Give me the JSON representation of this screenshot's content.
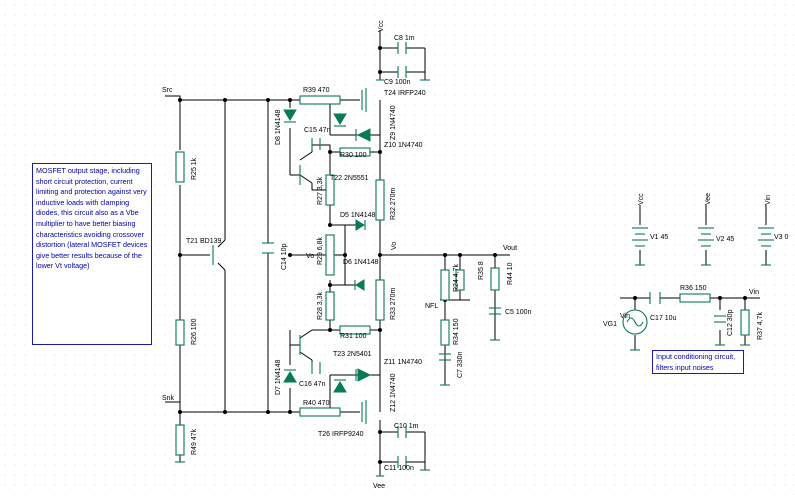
{
  "notes": {
    "left_note": "MOSFET output stage, including short circuit protection, current limiting and protection against very inductive loads with clamping diodes, this circuit also as a Vbe multiplier to have better biasing characteristics avoiding crossover distortion (lateral MOSFET devices give better results because of the lower Vt voltage)",
    "right_note": "Input conditioning circuit, filters input noises"
  },
  "nets": {
    "src": "Src",
    "snk": "Snk",
    "vcc": "Vcc",
    "vee": "Vee",
    "vout": "Vout",
    "vo_top": "Vo",
    "vo_mid": "Vo",
    "vin_src": "Vin",
    "vin_out": "Vin",
    "nfl": "NFL"
  },
  "components": {
    "c8": "C8 1m",
    "c9": "C9 100n",
    "r39": "R39 470",
    "t24": "T24 IRFP240",
    "d8": "D8 1N4148",
    "c15": "C15 47n",
    "z9": "Z9 1N4740",
    "z10": "Z10 1N4740",
    "r30": "R30 100",
    "t22": "T22 2N5551",
    "r27": "R27 3,3k",
    "r32": "R32 270m",
    "d5": "D5 1N4148",
    "r29": "R29 6,8k",
    "d6": "D6 1N4148",
    "r28": "R28 3,3k",
    "r33": "R33 270m",
    "r31": "R31 100",
    "t23": "T23 2N5401",
    "z11": "Z11 1N4740",
    "d7": "D7 1N4148",
    "c16": "C16 47n",
    "z12": "Z12 1N4740",
    "r40": "R40 470",
    "t26": "T26 IRFP9240",
    "c10": "C10 1m",
    "c11": "C11 100n",
    "r25": "R25 1k",
    "t21": "T21 BD139",
    "c14": "C14 10p",
    "r26": "R26 100",
    "r49": "R49 47k",
    "r24": "R24 4,7k",
    "r35": "R35 8",
    "r44": "R44 10",
    "r34": "R34 150",
    "c7": "C7 330n",
    "c5": "C5 100n",
    "v1": "V1 45",
    "v2": "V2 45",
    "v3": "V3 0",
    "r36": "R36 150",
    "c17": "C17 10u",
    "c12": "C12 30p",
    "r37": "R37 4,7k",
    "vg1": "VG1"
  }
}
